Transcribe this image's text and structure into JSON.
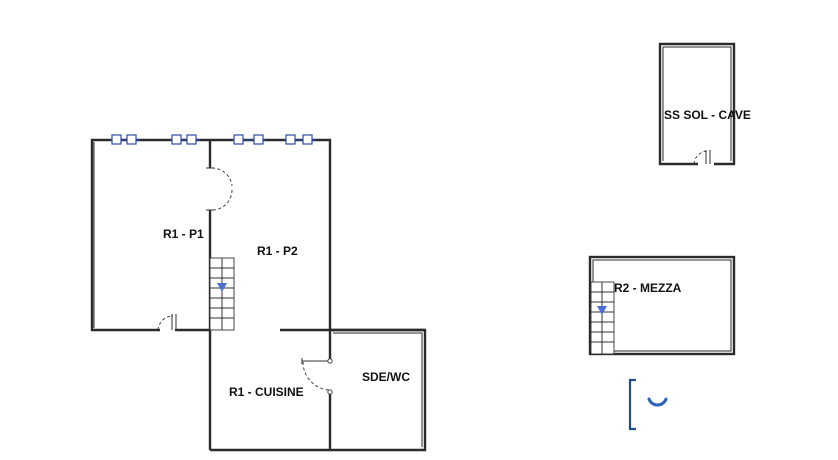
{
  "rooms": {
    "r1_p1": "R1 - P1",
    "r1_p2": "R1 - P2",
    "r1_cuisine": "R1 - CUISINE",
    "sde_wc": "SDE/WC",
    "ss_sol_cave": "SS SOL - CAVE",
    "r2_mezza": "R2 - MEZZA"
  },
  "colors": {
    "walls": "#2b2b2b",
    "windows": "#2d4aa8",
    "stair_arrow": "#4a6fd0",
    "loading_indicator": "#2b63b8"
  },
  "icons": {
    "stair_direction": "down-arrow-icon",
    "loading": "loading-spinner-icon"
  }
}
